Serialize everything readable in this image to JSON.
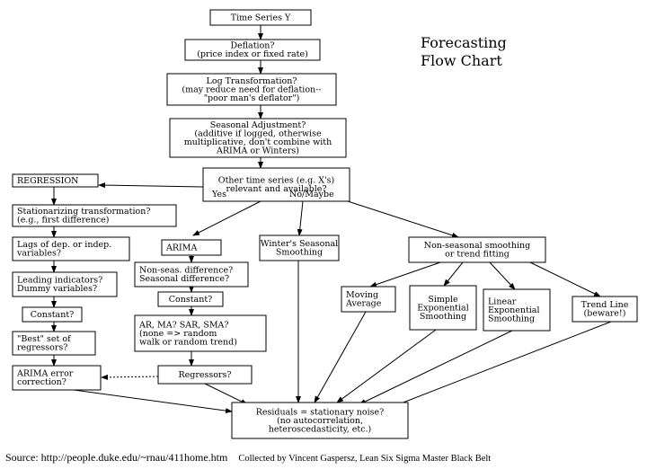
{
  "title": [
    "Forecasting",
    "Flow Chart"
  ],
  "nodes": {
    "time_series": [
      "Time Series Y"
    ],
    "deflation": [
      "Deflation?",
      "(price index or fixed rate)"
    ],
    "log_transform": [
      "Log Transformation?",
      "(may reduce need for deflation--",
      "\"poor man's deflator\")"
    ],
    "seasonal_adj": [
      "Seasonal Adjustment?",
      "(additive if logged, otherwise",
      "multiplicative, don't combine with",
      "ARIMA or Winters)"
    ],
    "other_series": [
      "Other time series (e.g. X's)",
      "relevant and available?"
    ],
    "regression": [
      "REGRESSION"
    ],
    "stationarizing": [
      "Stationarizing transformation?",
      "(e.g., first difference)"
    ],
    "lags": [
      "Lags of dep. or indep.",
      "variables?"
    ],
    "leading": [
      "Leading indicators?",
      "Dummy variables?"
    ],
    "constant_left": [
      "Constant?"
    ],
    "best_set": [
      "\"Best\" set of",
      "regressors?"
    ],
    "arima_error": [
      "ARIMA error",
      "correction?"
    ],
    "arima": [
      "ARIMA"
    ],
    "nonseas_diff": [
      "Non-seas. difference?",
      "Seasonal difference?"
    ],
    "constant_mid": [
      "Constant?"
    ],
    "ar_ma": [
      "AR, MA?  SAR, SMA?",
      "(none => random",
      "walk or random trend)"
    ],
    "regressors": [
      "Regressors?"
    ],
    "winters": [
      "Winter's Seasonal",
      "Smoothing"
    ],
    "nonseasonal": [
      "Non-seasonal smoothing",
      "or trend fitting"
    ],
    "moving_avg": [
      "Moving",
      "Average"
    ],
    "simple_exp": [
      "Simple",
      "Exponential",
      "Smoothing"
    ],
    "linear_exp": [
      "Linear",
      "Exponential",
      "Smoothing"
    ],
    "trend_line": [
      "Trend Line",
      "(beware!)"
    ],
    "residuals": [
      "Residuals = stationary noise?",
      "(no autocorrelation,",
      "heteroscedasticity, etc.)"
    ]
  },
  "edge_labels": {
    "yes": "Yes",
    "no_maybe": "No/Maybe"
  },
  "footer": {
    "source": "Source: http://people.duke.edu/~rnau/411home.htm",
    "credit": "Collected by Vincent Gaspersz, Lean Six Sigma Master Black Belt"
  }
}
